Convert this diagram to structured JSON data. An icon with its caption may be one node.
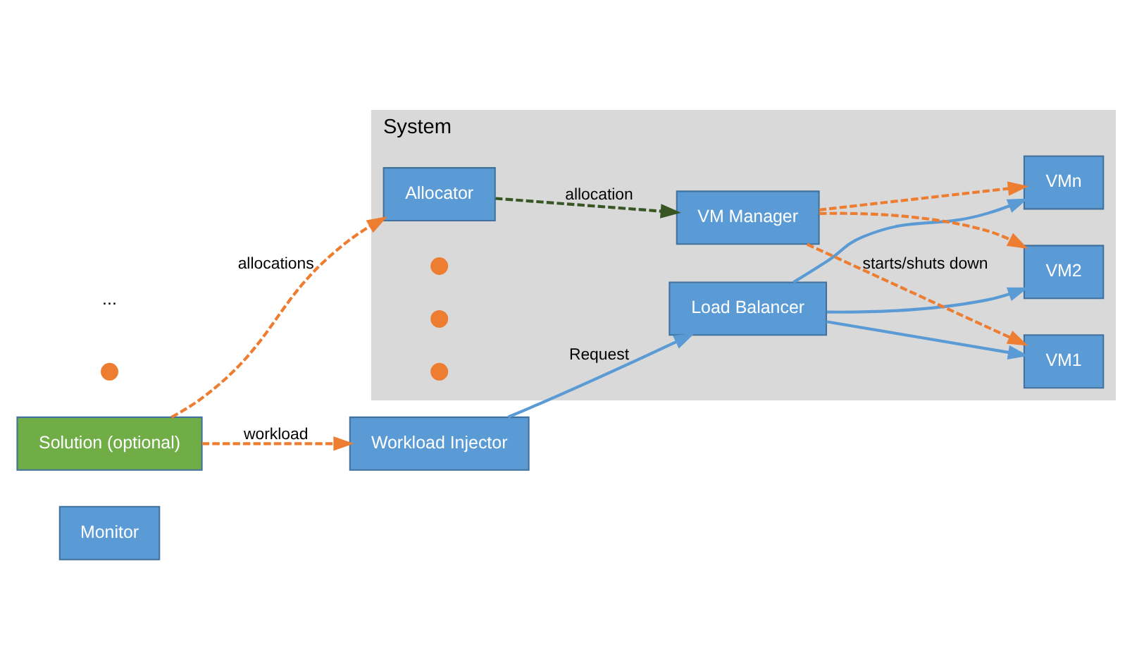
{
  "diagram": {
    "nodes": [
      {
        "text": [
          "Monitor"
        ]
      },
      {
        "text": [
          "System"
        ]
      },
      {
        "text": [
          "Workload Injector"
        ]
      },
      {
        "text": [
          "Load Balancer"
        ],
        "in": 1
      },
      {
        "text": [
          "VM1"
        ],
        "in": 1
      },
      {
        "text": [
          "VM2"
        ],
        "in": 1
      },
      {
        "text": [
          "VMn"
        ],
        "in": 1
      },
      {
        "text": [
          "VM Manager"
        ],
        "in": 1
      },
      {
        "text": [
          "Allocator"
        ],
        "in": 1
      },
      {
        "text": [
          "Solution (optional)"
        ]
      },
      {
        "text": [],
        "shape": "circle"
      },
      {
        "text": [],
        "shape": "circle",
        "in": 1
      },
      {
        "text": [],
        "shape": "circle",
        "in": 1
      },
      {
        "text": [],
        "shape": "circle",
        "in": 1
      }
    ],
    "edges": [
      {
        "from": 2,
        "to": 3,
        "arrow": "to",
        "label": "Request",
        "color": "#5b9bd5"
      },
      {
        "from": 3,
        "to": 4,
        "arrow": "to",
        "color": "#5b9bd5"
      },
      {
        "from": 3,
        "to": 5,
        "arrow": "to",
        "color": "#5b9bd5"
      },
      {
        "from": 3,
        "to": 6,
        "arrow": "to",
        "color": "#5b9bd5"
      },
      {
        "from": 7,
        "to": 4,
        "arrow": "to",
        "label": "starts/shuts down",
        "style": "dashed"
      },
      {
        "from": 7,
        "to": 5,
        "arrow": "to",
        "style": "dashed"
      },
      {
        "from": 7,
        "to": 6,
        "arrow": "to",
        "style": "dashed"
      },
      {
        "from": 8,
        "to": 7,
        "arrow": "to",
        "label": "allocation",
        "style": "dashed",
        "color": "#375623"
      },
      {
        "from": 9,
        "to": 2,
        "arrow": "to",
        "label": "workload",
        "style": "dashed"
      },
      {
        "from": 9,
        "to": 8,
        "arrow": "to",
        "label": "allocations",
        "style": "dashed"
      }
    ],
    "labels": [
      "..."
    ]
  }
}
